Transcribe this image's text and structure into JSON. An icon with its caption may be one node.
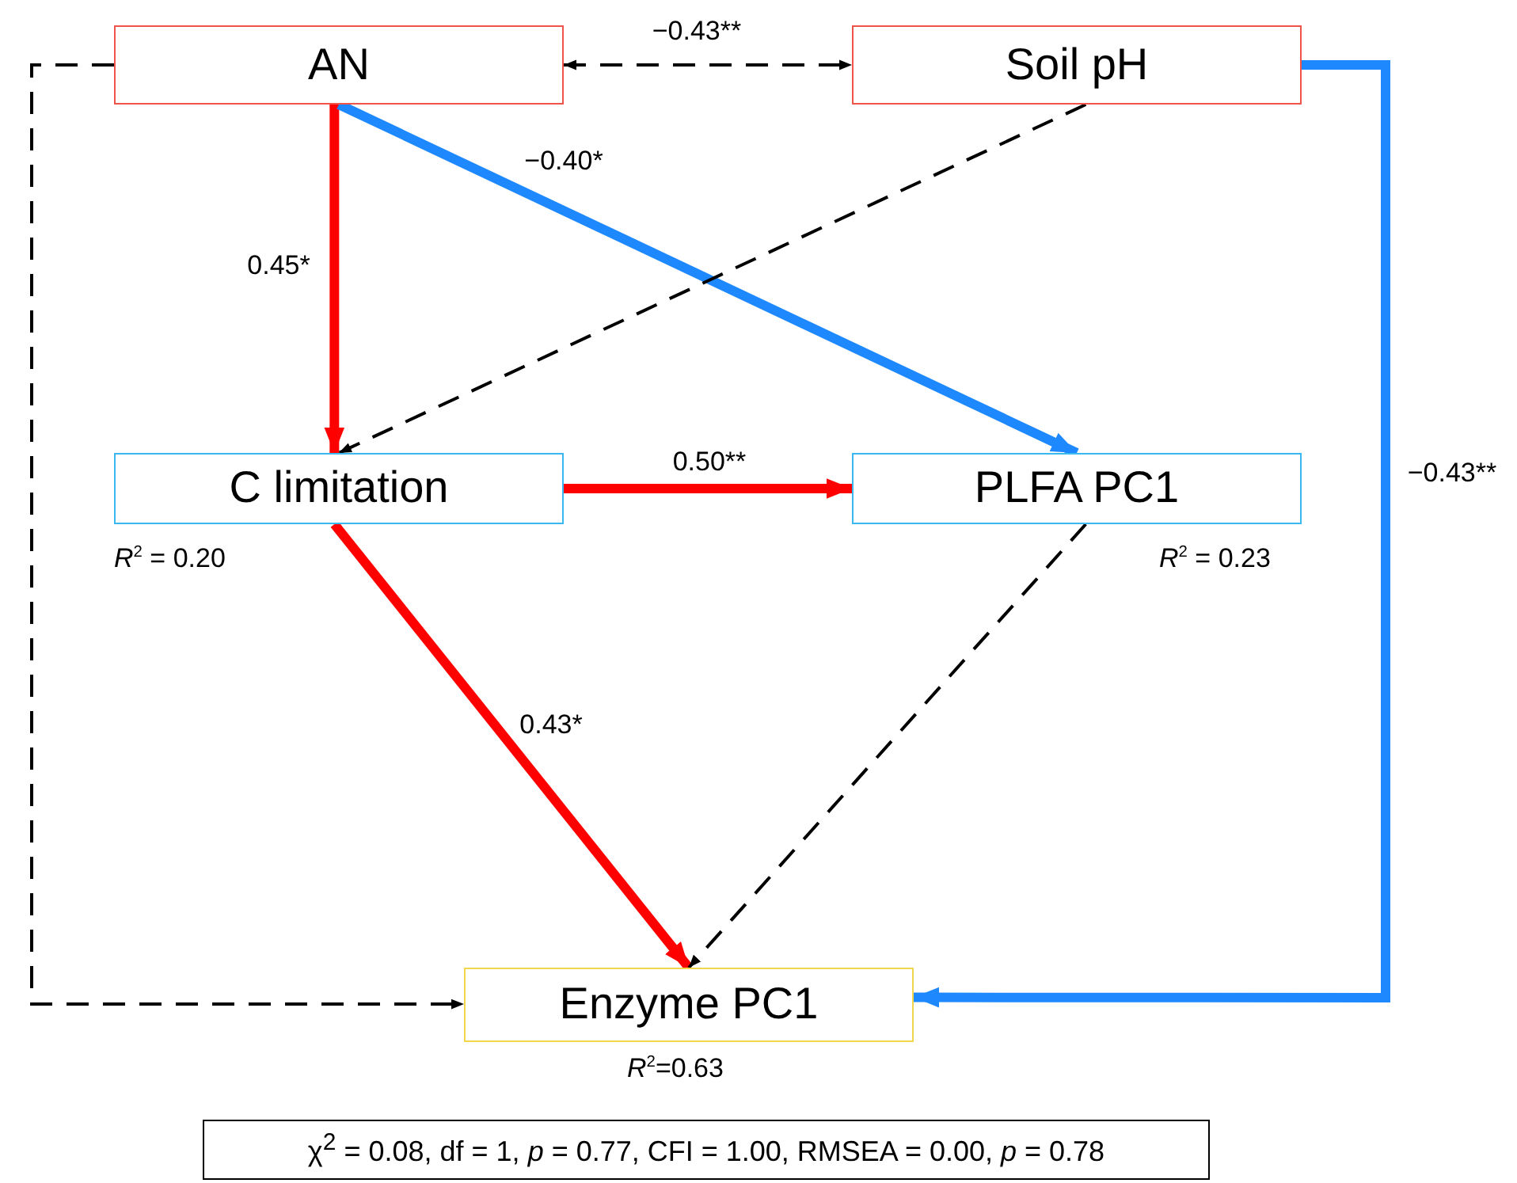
{
  "diagram": {
    "nodes": [
      {
        "text": [
          "AN"
        ]
      },
      {
        "text": [
          "Soil pH"
        ]
      },
      {
        "text": [
          "C limitation"
        ],
        "beside": [
          "*R*$^{2}$ = 0.20"
        ]
      },
      {
        "text": [
          "PLFA PC1"
        ],
        "beside": [
          "*R*$^{2}$ = 0.23"
        ]
      },
      {
        "text": [
          "Enzyme PC1"
        ],
        "beside": [
          "*R*$^{2}$=0.63"
        ]
      },
      {
        "text": [
          "χ$^{2}$ = 0.08, df = 1, *p* = 0.77, CFI = 1.00, RMSEA = 0.00, *p* = 0.78"
        ]
      }
    ],
    "edges": [
      {
        "from": 0,
        "to": 1,
        "arrow": "both",
        "label": "−0.43**",
        "style": "dashed"
      },
      {
        "from": 0,
        "to": 2,
        "arrow": "to",
        "label": "0.45*",
        "color": "#ff0000"
      },
      {
        "from": 0,
        "to": 3,
        "arrow": "to",
        "label": "−0.40*",
        "color": "#1e88ff"
      },
      {
        "from": 1,
        "to": 2,
        "arrow": "to",
        "style": "dashed"
      },
      {
        "from": 1,
        "to": 4,
        "arrow": "to",
        "label": "−0.43**",
        "color": "#1e88ff"
      },
      {
        "from": 2,
        "to": 3,
        "arrow": "to",
        "label": "0.50**",
        "color": "#ff0000"
      },
      {
        "from": 2,
        "to": 4,
        "arrow": "to",
        "label": "0.43*",
        "color": "#ff0000"
      },
      {
        "from": 3,
        "to": 4,
        "arrow": "to",
        "style": "dashed"
      },
      {
        "from": 0,
        "to": 4,
        "arrow": "to",
        "style": "dashed"
      }
    ]
  }
}
